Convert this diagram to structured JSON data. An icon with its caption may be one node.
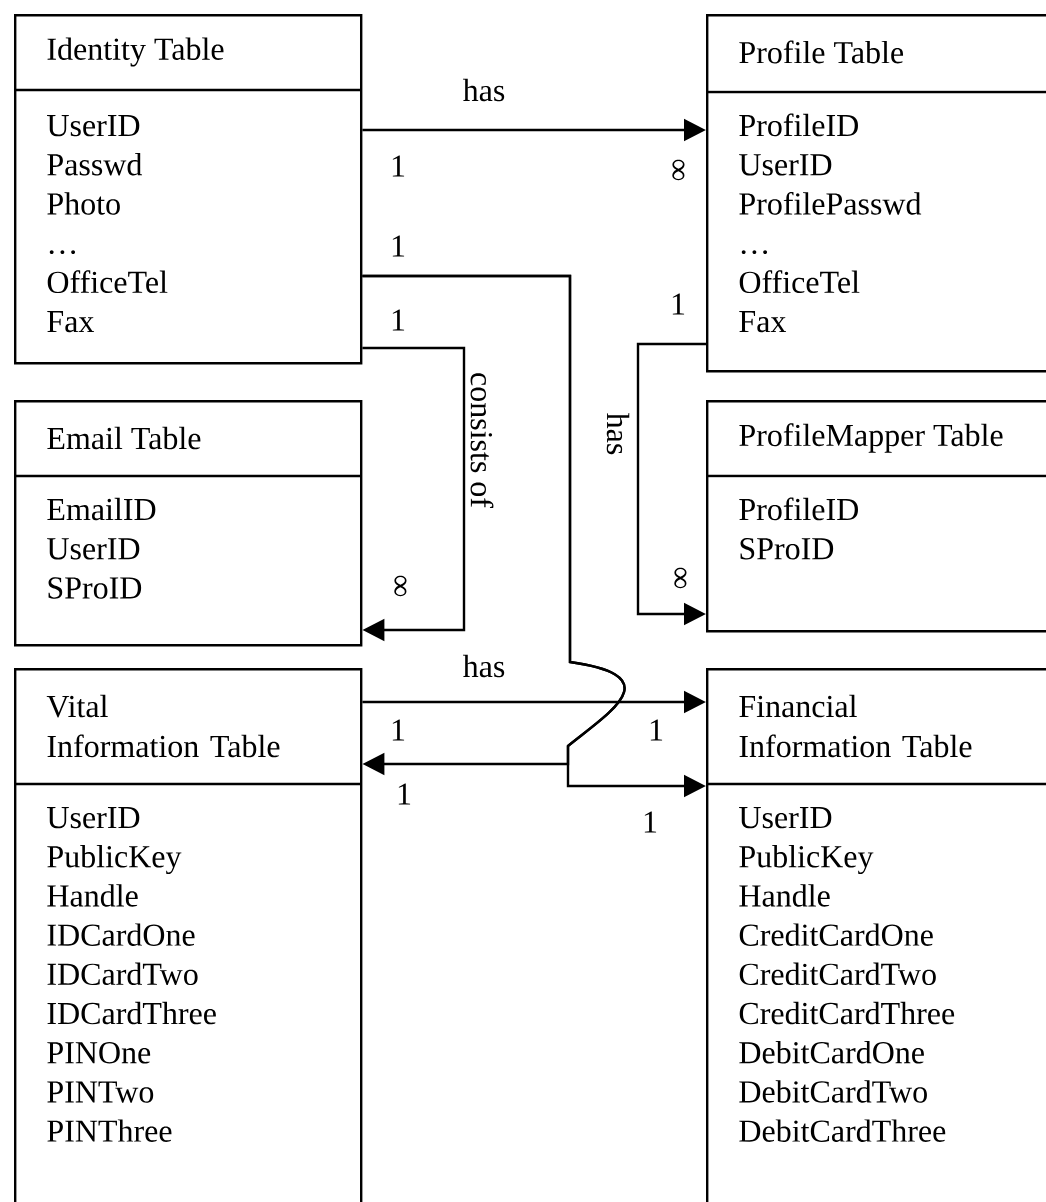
{
  "diagram": {
    "nodes": [
      {
        "text": [
          "Identity Table",
          "UserID",
          "Passwd",
          "Photo",
          "…",
          "OfficeTel",
          "Fax"
        ]
      },
      {
        "text": [
          "Profile Table",
          "ProfileID",
          "UserID",
          "ProfilePasswd",
          "…",
          "OfficeTel",
          "Fax"
        ]
      },
      {
        "text": [
          "Email Table",
          "EmailID",
          "UserID",
          "SProID"
        ]
      },
      {
        "text": [
          "ProfileMapper Table",
          "ProfileID",
          "SProID"
        ]
      },
      {
        "text": [
          "Vital Information Table",
          "UserID",
          "PublicKey",
          "Handle",
          "IDCardOne",
          "IDCardTwo",
          "IDCardThree",
          "PINOne",
          "PINTwo",
          "PINThree"
        ]
      },
      {
        "text": [
          "Financial Information Table",
          "UserID",
          "PublicKey",
          "Handle",
          "CreditCardOne",
          "CreditCardTwo",
          "CreditCardThree",
          "DebitCardOne",
          "DebitCardTwo",
          "DebitCardThree"
        ]
      }
    ],
    "edges": [
      {
        "from": 0,
        "to": 1,
        "arrow": "to",
        "label": "has"
      },
      {
        "from": 0,
        "to": 2,
        "arrow": "to",
        "label": "consists of"
      },
      {
        "from": 1,
        "to": 3,
        "arrow": "to",
        "label": "has"
      },
      {
        "from": 4,
        "to": 5,
        "arrow": "to",
        "label": "has"
      },
      {
        "from": 0,
        "to": 4,
        "arrow": "to"
      },
      {
        "from": 0,
        "to": 5,
        "arrow": "to"
      }
    ],
    "labels": [
      "1",
      "∞",
      "1",
      "1",
      "1",
      "∞",
      "∞",
      "1",
      "1",
      "1",
      "1"
    ]
  }
}
